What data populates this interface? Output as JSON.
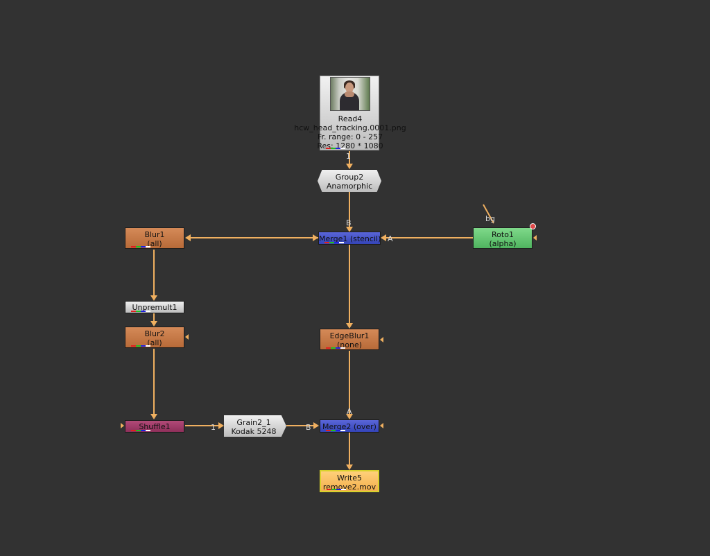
{
  "colors": {
    "canvas": "#323232",
    "wire": "#f0b060",
    "blur_node": "#c8774a",
    "merge_node": "#4652c8",
    "roto_node": "#6ccb78",
    "shuffle_node": "#9e3a66",
    "write_node": "#f8c060",
    "grey_node": "#d4d4d4"
  },
  "nodes": {
    "read4": {
      "name": "Read4",
      "file": "hcw_head_tracking.0001.png",
      "frame_range": "Fr. range: 0 - 257",
      "resolution": "Res: 1280 * 1080",
      "thumbnail": "thumbnail-image-woman-seated"
    },
    "group2": {
      "name": "Group2",
      "subtitle": "Anamorphic"
    },
    "merge1": {
      "name": "Merge1 (stencil)"
    },
    "roto1": {
      "name": "Roto1",
      "subtitle": "(alpha)"
    },
    "blur1": {
      "name": "Blur1",
      "subtitle": "(all)"
    },
    "unpremult1": {
      "name": "Unpremult1"
    },
    "blur2": {
      "name": "Blur2",
      "subtitle": "(all)"
    },
    "edgeblur1": {
      "name": "EdgeBlur1",
      "subtitle": "(none)"
    },
    "shuffle1": {
      "name": "Shuffle1"
    },
    "grain2_1": {
      "name": "Grain2_1",
      "subtitle": "Kodak 5248"
    },
    "merge2": {
      "name": "Merge2 (over)"
    },
    "write5": {
      "name": "Write5",
      "subtitle": "remove2.mov"
    }
  },
  "input_labels": {
    "read4_out": "1",
    "merge1_b": "B",
    "merge1_a": "A",
    "roto1_bg": "bg",
    "blur2_in": "",
    "shuffle1_in": "",
    "grain_in": "1",
    "merge2_b": "B",
    "merge2_a": "A"
  }
}
